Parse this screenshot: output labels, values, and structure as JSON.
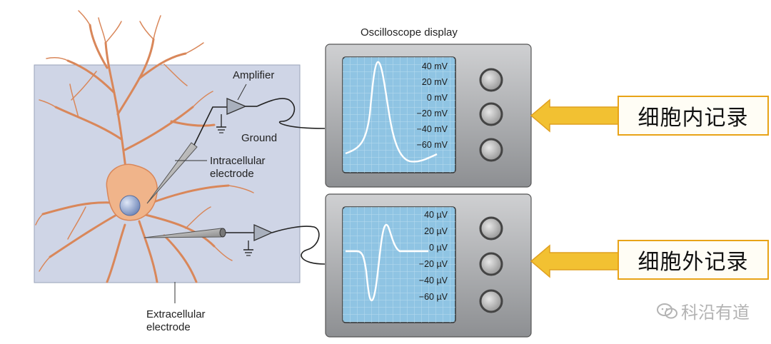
{
  "labels": {
    "oscilloscope_display": "Oscilloscope display",
    "amplifier": "Amplifier",
    "ground": "Ground",
    "intracellular_1": "Intracellular",
    "intracellular_2": "electrode",
    "extracellular_1": "Extracellular",
    "extracellular_2": "electrode"
  },
  "scopes": {
    "top": {
      "scale": [
        "40 mV",
        "20 mV",
        "0 mV",
        "−20 mV",
        "−40 mV",
        "−60 mV"
      ]
    },
    "bottom": {
      "scale": [
        "40 µV",
        "20 µV",
        "0 µV",
        "−20 µV",
        "−40 µV",
        "−60 µV"
      ]
    }
  },
  "callouts": {
    "intracellular": "细胞内记录",
    "extracellular": "细胞外记录"
  },
  "watermark": "科沿有道",
  "colors": {
    "arrow": "#f2c132",
    "arrow_edge": "#e0a020",
    "screen": "#8fc4e3",
    "cell": "#f0b48a",
    "panel": "#cfd5e6"
  }
}
